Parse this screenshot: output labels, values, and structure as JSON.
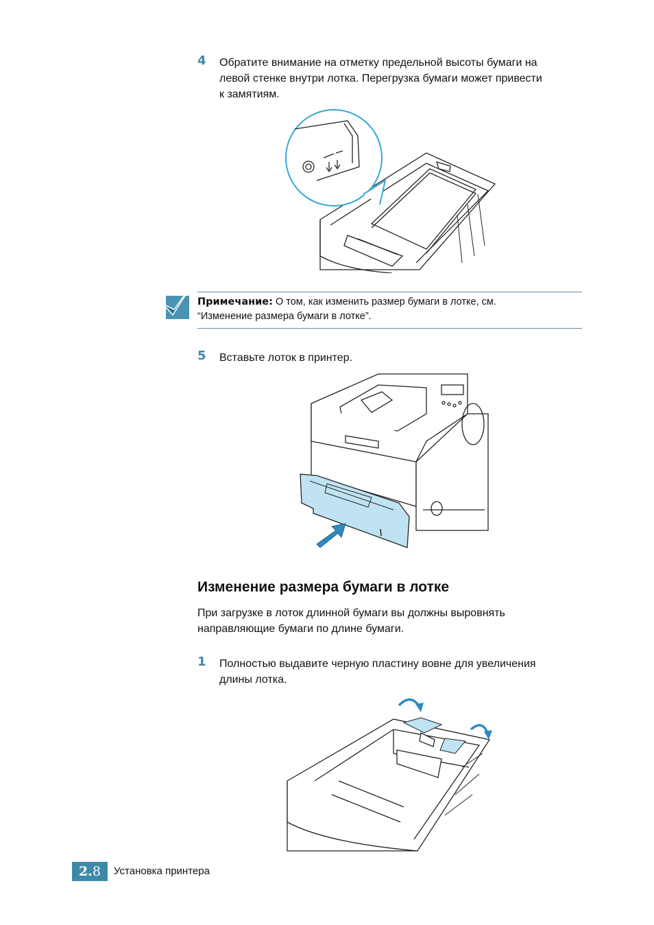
{
  "steps": {
    "step4": {
      "number": "4",
      "lines": [
        "Обратите внимание на отметку предельной высоты бумаги на",
        "левой стенке внутри лотка. Перегрузка бумаги может привести",
        "к замятиям."
      ]
    },
    "step5": {
      "number": "5",
      "text": "Вставьте лоток в принтер."
    },
    "step1": {
      "number": "1",
      "lines": [
        "Полностью выдавите черную пластину вовне для увеличения",
        "длины лотка."
      ]
    }
  },
  "note": {
    "label": "Примечание:",
    "line1": " О том, как изменить размер бумаги в лотке, см.",
    "line2": "“Изменение размера бумаги в лотке”."
  },
  "section": {
    "heading": "Изменение размера бумаги в лотке",
    "para_lines": [
      "При загрузке в лоток длинной бумаги вы должны выровнять",
      "направляющие бумаги по длине бумаги."
    ]
  },
  "footer": {
    "page_major": "2.",
    "page_minor": "8",
    "section_title": "Установка принтера"
  },
  "colors": {
    "accent": "#3d8aa8",
    "highlight": "#bfe3f2",
    "arrow": "#2f8bc1"
  }
}
